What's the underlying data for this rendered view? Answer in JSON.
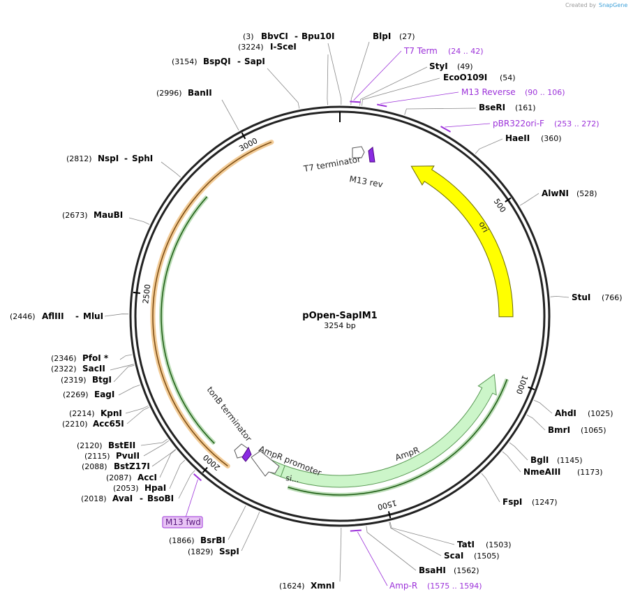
{
  "credit": {
    "text": "Created by",
    "brand": "SnapGene"
  },
  "plasmid": {
    "name": "pOpen-SapIM1",
    "size_label": "3254 bp",
    "length": 3254
  },
  "ticks": [
    {
      "pos": 500,
      "label": "500"
    },
    {
      "pos": 1000,
      "label": "1000"
    },
    {
      "pos": 1500,
      "label": "1500"
    },
    {
      "pos": 2000,
      "label": "2000"
    },
    {
      "pos": 2500,
      "label": "2500"
    },
    {
      "pos": 3000,
      "label": "3000"
    }
  ],
  "sites": [
    {
      "pos": "(3)",
      "name": "BbvCI",
      "name2": "Bpu10I",
      "bp": 3
    },
    {
      "pos": "(3224)",
      "name": "I-SceI",
      "name2": "",
      "bp": 3224
    },
    {
      "pos": "(3154)",
      "name": "BspQI",
      "name2": "SapI",
      "bp": 3154
    },
    {
      "pos": "(2996)",
      "name": "BanII",
      "name2": "",
      "bp": 2996
    },
    {
      "pos": "(2812)",
      "name": "NspI",
      "name2": "SphI",
      "bp": 2812
    },
    {
      "pos": "(2673)",
      "name": "MauBI",
      "name2": "",
      "bp": 2673
    },
    {
      "pos": "(2446)",
      "name": "AflIII",
      "name2": "MluI",
      "bp": 2446
    },
    {
      "pos": "(2346)",
      "name": "PfoI *",
      "name2": "",
      "bp": 2346
    },
    {
      "pos": "(2322)",
      "name": "SacII",
      "name2": "",
      "bp": 2322
    },
    {
      "pos": "(2319)",
      "name": "BtgI",
      "name2": "",
      "bp": 2319
    },
    {
      "pos": "(2269)",
      "name": "EagI",
      "name2": "",
      "bp": 2269
    },
    {
      "pos": "(2214)",
      "name": "KpnI",
      "name2": "",
      "bp": 2214
    },
    {
      "pos": "(2210)",
      "name": "Acc65I",
      "name2": "",
      "bp": 2210
    },
    {
      "pos": "(2120)",
      "name": "BstEII",
      "name2": "",
      "bp": 2120
    },
    {
      "pos": "(2115)",
      "name": "PvuII",
      "name2": "",
      "bp": 2115
    },
    {
      "pos": "(2088)",
      "name": "BstZ17I",
      "name2": "",
      "bp": 2088
    },
    {
      "pos": "(2087)",
      "name": "AccI",
      "name2": "",
      "bp": 2087
    },
    {
      "pos": "(2053)",
      "name": "HpaI",
      "name2": "",
      "bp": 2053
    },
    {
      "pos": "(2018)",
      "name": "AvaI",
      "name2": "BsoBI",
      "bp": 2018
    },
    {
      "pos": "(1866)",
      "name": "BsrBI",
      "name2": "",
      "bp": 1866
    },
    {
      "pos": "(1829)",
      "name": "SspI",
      "name2": "",
      "bp": 1829
    },
    {
      "pos": "(1624)",
      "name": "XmnI",
      "name2": "",
      "bp": 1624
    },
    {
      "pos": "(27)",
      "name": "BlpI",
      "name2": "",
      "bp": 27
    },
    {
      "pos": "(49)",
      "name": "StyI",
      "name2": "",
      "bp": 49
    },
    {
      "pos": "(54)",
      "name": "EcoO109I",
      "name2": "",
      "bp": 54
    },
    {
      "pos": "(161)",
      "name": "BseRI",
      "name2": "",
      "bp": 161
    },
    {
      "pos": "(360)",
      "name": "HaeII",
      "name2": "",
      "bp": 360
    },
    {
      "pos": "(528)",
      "name": "AlwNI",
      "name2": "",
      "bp": 528
    },
    {
      "pos": "(766)",
      "name": "StuI",
      "name2": "",
      "bp": 766
    },
    {
      "pos": "(1025)",
      "name": "AhdI",
      "name2": "",
      "bp": 1025
    },
    {
      "pos": "(1065)",
      "name": "BmrI",
      "name2": "",
      "bp": 1065
    },
    {
      "pos": "(1145)",
      "name": "BglI",
      "name2": "",
      "bp": 1145
    },
    {
      "pos": "(1173)",
      "name": "NmeAIII",
      "name2": "",
      "bp": 1173
    },
    {
      "pos": "(1247)",
      "name": "FspI",
      "name2": "",
      "bp": 1247
    },
    {
      "pos": "(1503)",
      "name": "TatI",
      "name2": "",
      "bp": 1503
    },
    {
      "pos": "(1505)",
      "name": "ScaI",
      "name2": "",
      "bp": 1505
    },
    {
      "pos": "(1562)",
      "name": "BsaHI",
      "name2": "",
      "bp": 1562
    }
  ],
  "primers": [
    {
      "name": "T7 Term",
      "range": "(24 .. 42)",
      "start": 24,
      "end": 42
    },
    {
      "name": "M13 Reverse",
      "range": "(90 .. 106)",
      "start": 90,
      "end": 106
    },
    {
      "name": "pBR322ori-F",
      "range": "(253 .. 272)",
      "start": 253,
      "end": 272
    },
    {
      "name": "Amp-R",
      "range": "(1575 .. 1594)",
      "start": 1575,
      "end": 1594
    },
    {
      "name": "M13 fwd",
      "range": "",
      "start": 1990,
      "end": 2006
    }
  ],
  "features": [
    {
      "name": "ori",
      "type": "rep_origin",
      "color": "#ffff00",
      "stroke": "#808000"
    },
    {
      "name": "AmpR",
      "type": "CDS",
      "color": "#ccf5c9",
      "stroke": "#5a9a55"
    },
    {
      "name": "AmpR promoter",
      "type": "promoter",
      "color": "#ffffff",
      "stroke": "#555555"
    },
    {
      "name": "si...",
      "type": "sig_peptide",
      "color": "#ccf5c9",
      "stroke": "#5a9a55"
    },
    {
      "name": "T7 terminator",
      "type": "terminator",
      "color": "#ffffff",
      "stroke": "#555555"
    },
    {
      "name": "M13 rev",
      "type": "primer_bind",
      "color": "#8a2be2",
      "stroke": "#4b0082"
    },
    {
      "name": "tonB terminator",
      "type": "terminator",
      "color": "#ffffff",
      "stroke": "#555555"
    }
  ],
  "colors": {
    "primer": "#9b30d9",
    "ori": "#ffff00",
    "amp": "#ccf5c9",
    "orange_arc": "#e8a040",
    "green_arc": "#3a9a2a"
  }
}
